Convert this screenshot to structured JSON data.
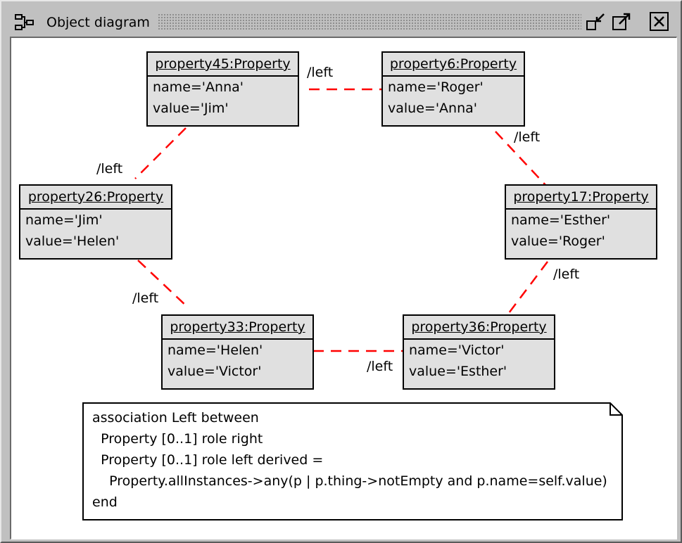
{
  "window": {
    "title": "Object diagram",
    "icons": {
      "diagram": "diagram-icon",
      "minimize": "minimize-icon",
      "maximize": "maximize-icon",
      "close": "close-icon"
    }
  },
  "objects": [
    {
      "name": "property45:Property",
      "attrs": [
        "name='Anna'",
        "value='Jim'"
      ]
    },
    {
      "name": "property6:Property",
      "attrs": [
        "name='Roger'",
        "value='Anna'"
      ]
    },
    {
      "name": "property26:Property",
      "attrs": [
        "name='Jim'",
        "value='Helen'"
      ]
    },
    {
      "name": "property17:Property",
      "attrs": [
        "name='Esther'",
        "value='Roger'"
      ]
    },
    {
      "name": "property33:Property",
      "attrs": [
        "name='Helen'",
        "value='Victor'"
      ]
    },
    {
      "name": "property36:Property",
      "attrs": [
        "name='Victor'",
        "value='Esther'"
      ]
    }
  ],
  "links": [
    {
      "label": "/left",
      "color": "#ff0000"
    },
    {
      "label": "/left",
      "color": "#ff0000"
    },
    {
      "label": "/left",
      "color": "#ff0000"
    },
    {
      "label": "/left",
      "color": "#ff0000"
    },
    {
      "label": "/left",
      "color": "#ff0000"
    },
    {
      "label": "/left",
      "color": "#ff0000"
    }
  ],
  "note": {
    "lines": [
      "association Left between",
      "  Property [0..1] role right",
      "  Property [0..1] role left derived =",
      "    Property.allInstances->any(p | p.thing->notEmpty and p.name=self.value)",
      "end"
    ]
  }
}
